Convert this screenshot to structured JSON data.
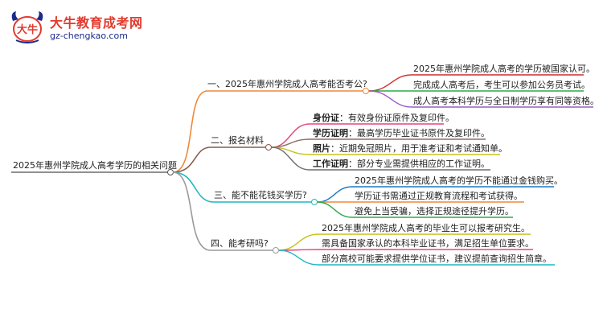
{
  "header": {
    "logo_text": "大牛",
    "site_name": "大牛教育成考网",
    "site_url": "gz-chengkao.com"
  },
  "root": {
    "label": "2025年惠州学院成人高考学历的相关问题"
  },
  "branches": [
    {
      "label": "一、2025年惠州学院成人高考能否考公?",
      "color": "#f0883a",
      "leaves": [
        {
          "bold": "",
          "text": "2025年惠州学院成人高考的学历被国家认可。",
          "color": "#cf2c2c"
        },
        {
          "bold": "",
          "text": "完成成人高考后，考生可以参加公务员考试。",
          "color": "#2da84a"
        },
        {
          "bold": "",
          "text": "成人高考本科学历与全日制学历享有同等资格。",
          "color": "#9a5cc6"
        }
      ]
    },
    {
      "label": "二、报名材料",
      "color": "#8c5a48",
      "leaves": [
        {
          "bold": "身份证",
          "text": "：有效身份证原件及复印件。",
          "color": "#e8447a"
        },
        {
          "bold": "学历证明",
          "text": "：最高学历毕业证书原件及复印件。",
          "color": "#8c7064"
        },
        {
          "bold": "照片",
          "text": "：近期免冠照片，用于准考证和考试通知单。",
          "color": "#c7c21f"
        },
        {
          "bold": "工作证明",
          "text": "：部分专业需提供相应的工作证明。",
          "color": "#6e6e6e"
        }
      ]
    },
    {
      "label": "三、能不能花钱买学历?",
      "color": "#1fb8c4",
      "leaves": [
        {
          "bold": "",
          "text": "2025年惠州学院成人高考的学历不能通过金钱购买。",
          "color": "#1a78c2"
        },
        {
          "bold": "",
          "text": "学历证书需通过正规教育流程和考试获得。",
          "color": "#f0883a"
        },
        {
          "bold": "",
          "text": "避免上当受骗，选择正规途径提升学历。",
          "color": "#2da84a"
        }
      ]
    },
    {
      "label": "四、能考研吗?",
      "color": "#9a9a9a",
      "leaves": [
        {
          "bold": "",
          "text": "2025年惠州学院成人高考的毕业生可以报考研究生。",
          "color": "#c7c21f"
        },
        {
          "bold": "",
          "text": "需具备国家承认的本科毕业证书，满足招生单位要求。",
          "color": "#e8447a"
        },
        {
          "bold": "",
          "text": "部分高校可能要求提供学位证书，建议提前查询招生简章。",
          "color": "#1fb8c4"
        }
      ]
    }
  ]
}
